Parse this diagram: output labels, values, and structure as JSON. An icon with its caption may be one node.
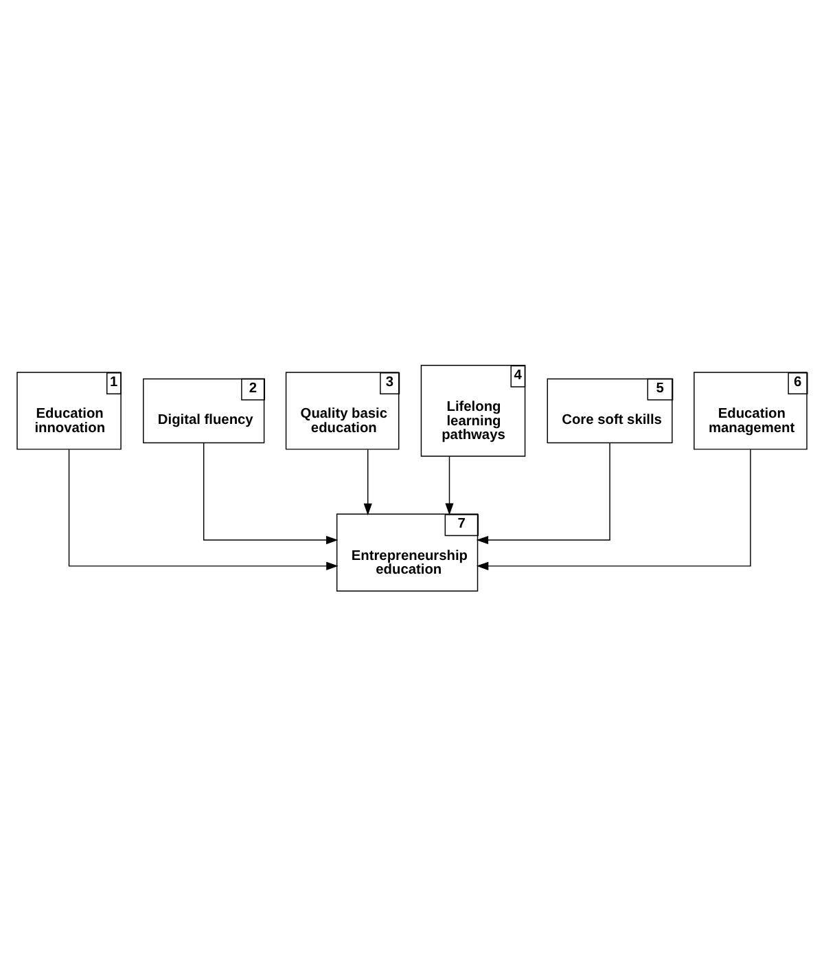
{
  "diagram": {
    "nodes": [
      {
        "text": [
          "1",
          "Education innovation"
        ]
      },
      {
        "text": [
          "2",
          "Digital fluency"
        ]
      },
      {
        "text": [
          "3",
          "Quality basic education"
        ]
      },
      {
        "text": [
          "4",
          "Lifelong learning pathways"
        ]
      },
      {
        "text": [
          "5",
          "Core soft skills"
        ]
      },
      {
        "text": [
          "6",
          "Education management"
        ]
      },
      {
        "text": [
          "7",
          "Entrepreneurship education"
        ]
      }
    ],
    "edges": [
      {
        "from": 0,
        "to": 6,
        "arrow": "to"
      },
      {
        "from": 1,
        "to": 6,
        "arrow": "to"
      },
      {
        "from": 2,
        "to": 6,
        "arrow": "to"
      },
      {
        "from": 3,
        "to": 6,
        "arrow": "to"
      },
      {
        "from": 4,
        "to": 6,
        "arrow": "to"
      },
      {
        "from": 5,
        "to": 6,
        "arrow": "to"
      }
    ]
  }
}
